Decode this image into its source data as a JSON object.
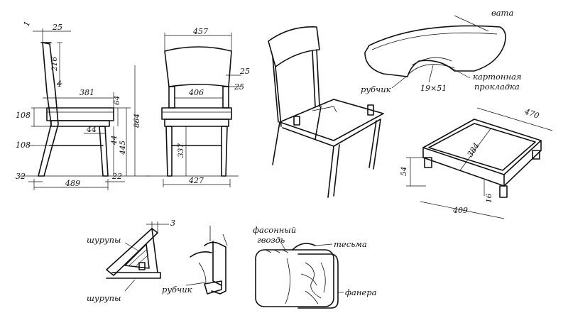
{
  "dims": {
    "d1": "1",
    "d25a": "25",
    "d216": "216",
    "d4": "4",
    "d381": "381",
    "d64": "64",
    "d108a": "108",
    "d108b": "108",
    "d44a": "44",
    "d44b": "44",
    "d445": "445",
    "d864": "864",
    "d32": "32",
    "d489": "489",
    "d22": "22",
    "d457": "457",
    "d25b": "25",
    "d406": "406",
    "d25c": "25",
    "d337": "337",
    "d427": "427",
    "d470": "470",
    "d384": "384",
    "d54": "54",
    "d16": "16",
    "d409": "409",
    "d3": "3",
    "d19x51": "19×51"
  },
  "labels": {
    "vata": "вата",
    "karton1": "картонная",
    "karton2": "прокладка",
    "rubchik1": "рубчик",
    "rubchik2": "рубчик",
    "shurupy1": "шурупы",
    "shurupy2": "шурупы",
    "gvozd1": "фасонный",
    "gvozd2": "гвоздь",
    "tesma": "тесьма",
    "fanera": "фанера"
  }
}
